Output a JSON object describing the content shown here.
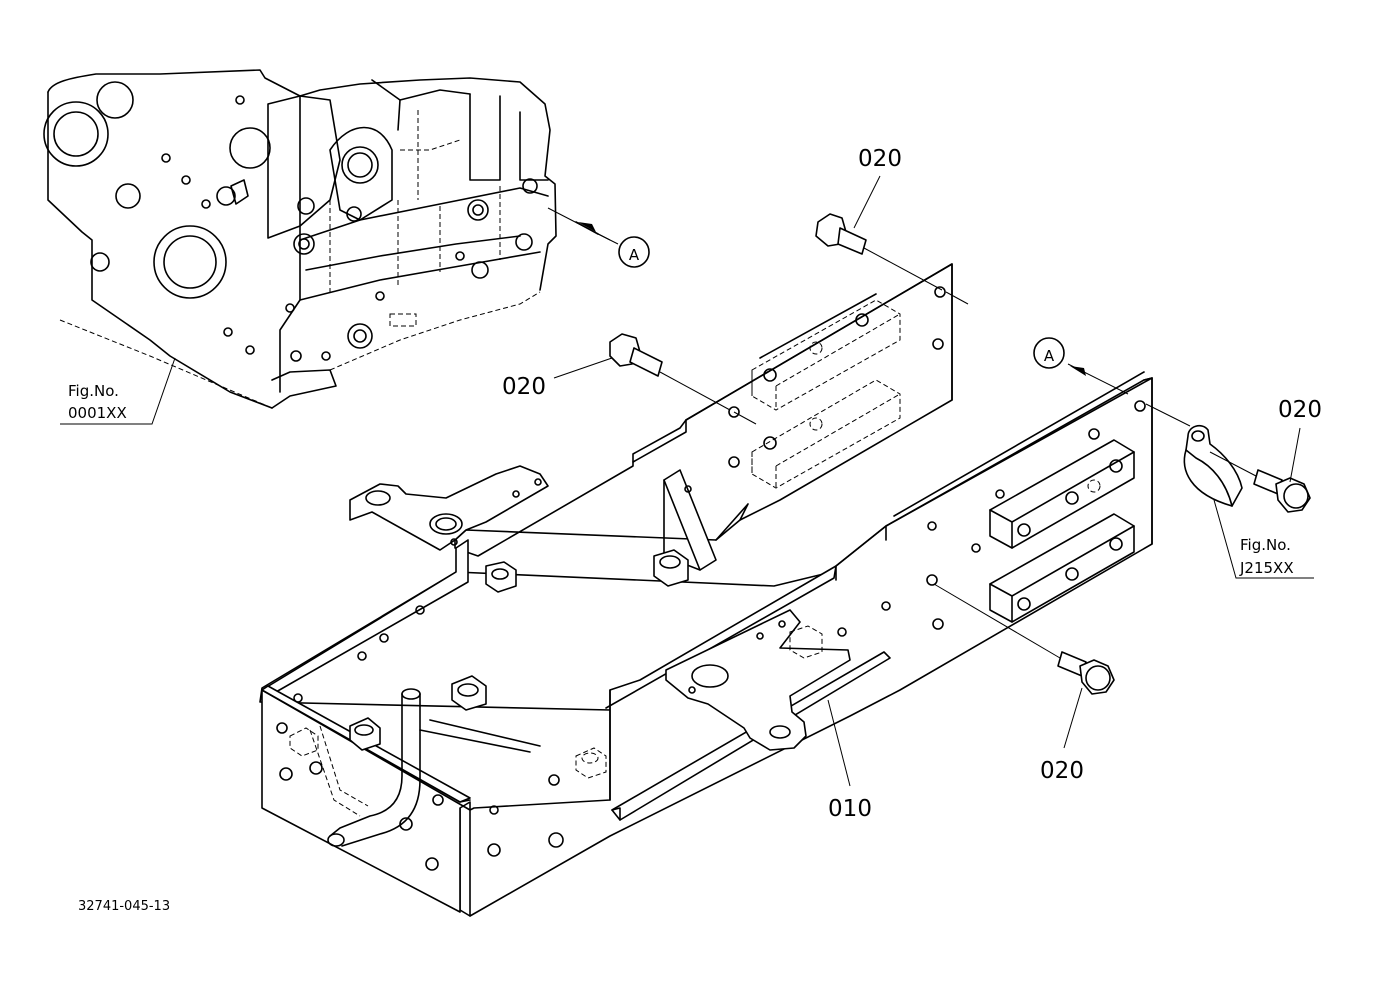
{
  "part_labels": {
    "bolt_top": "020",
    "bolt_left": "020",
    "bolt_right": "020",
    "bolt_bottom": "020",
    "frame": "010"
  },
  "view_markers": {
    "engine": "A",
    "frame": "A"
  },
  "fig_refs": {
    "engine": {
      "line1": "Fig.No.",
      "line2": "0001XX"
    },
    "clamp": {
      "line1": "Fig.No.",
      "line2": "J215XX"
    }
  },
  "diagram_id": "32741-045-13"
}
